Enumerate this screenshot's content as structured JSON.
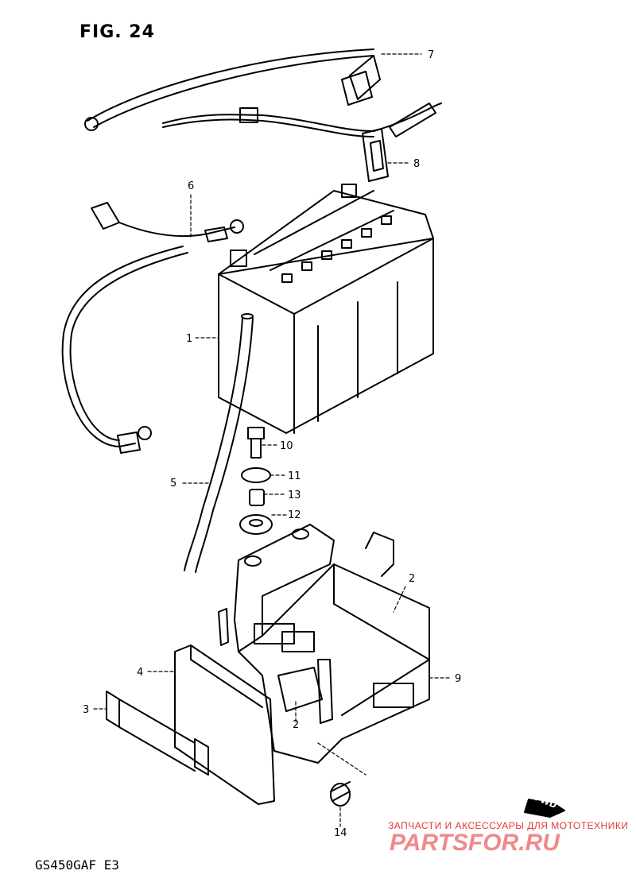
{
  "figure": {
    "title": "FIG. 24",
    "model_code": "GS450GAF E3",
    "fwd_marker": "FWD"
  },
  "callouts": [
    {
      "id": "7",
      "text": "7"
    },
    {
      "id": "8",
      "text": "8"
    },
    {
      "id": "6",
      "text": "6"
    },
    {
      "id": "1",
      "text": "1"
    },
    {
      "id": "10",
      "text": "10"
    },
    {
      "id": "11",
      "text": "11"
    },
    {
      "id": "5",
      "text": "5"
    },
    {
      "id": "13",
      "text": "13"
    },
    {
      "id": "12",
      "text": "12"
    },
    {
      "id": "2a",
      "text": "2"
    },
    {
      "id": "4",
      "text": "4"
    },
    {
      "id": "9",
      "text": "9"
    },
    {
      "id": "3",
      "text": "3"
    },
    {
      "id": "2b",
      "text": "2"
    },
    {
      "id": "14",
      "text": "14"
    }
  ],
  "watermark": {
    "subtitle": "ЗАПЧАСТИ И АКСЕССУАРЫ ДЛЯ МОТОТЕХНИКИ",
    "brand": "PARTSFOR.RU"
  },
  "colors": {
    "line": "#000000",
    "watermark_text": "#e03a3a",
    "watermark_brand": "#f08a8a"
  }
}
